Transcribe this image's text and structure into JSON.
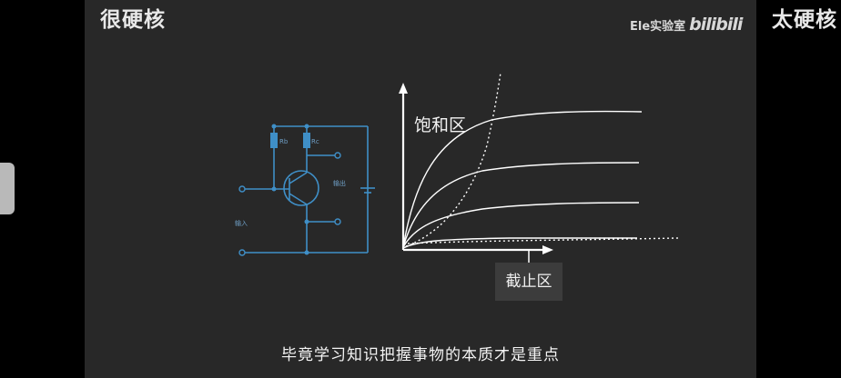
{
  "side_labels": {
    "left": "很硬核",
    "right": "太硬核"
  },
  "watermark": {
    "channel": "Ele实验室",
    "logo": "bilibili"
  },
  "circuit": {
    "rb": "Rb",
    "rc": "Rc",
    "output": "输出",
    "input": "输入"
  },
  "chart": {
    "saturation_label": "饱和区",
    "cutoff_label": "截止区"
  },
  "subtitle": "毕竟学习知识把握事物的本质才是重点",
  "colors": {
    "background": "#282828",
    "circuit": "#3f8fc7",
    "curves": "#ffffff"
  }
}
